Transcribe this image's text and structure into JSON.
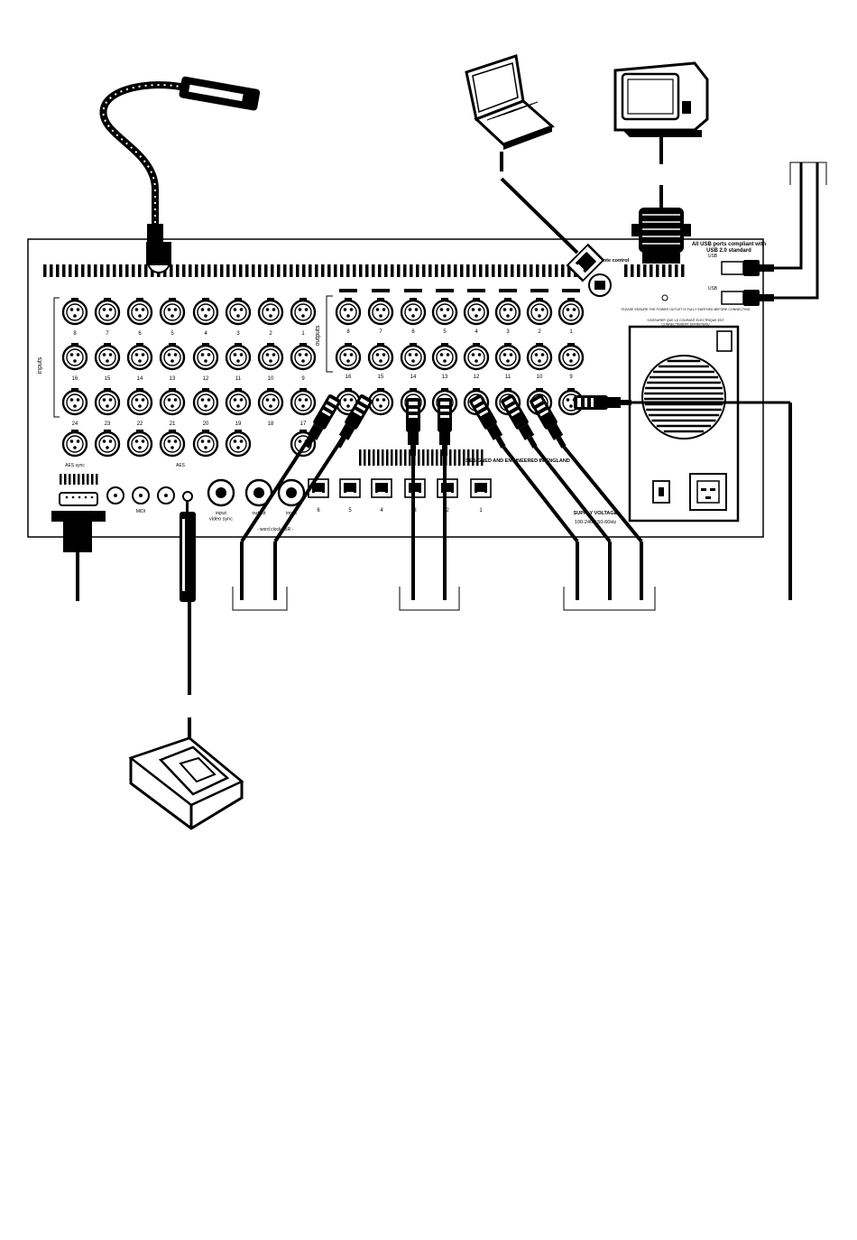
{
  "panel": {
    "inputs_label": "inputs",
    "outputs_label": "outputs",
    "input_row1": [
      "8",
      "7",
      "6",
      "5",
      "4",
      "3",
      "2",
      "1"
    ],
    "input_row2": [
      "16",
      "15",
      "14",
      "13",
      "12",
      "11",
      "10",
      "9"
    ],
    "input_row3": [
      "24",
      "23",
      "22",
      "21",
      "20",
      "19",
      "18",
      "17"
    ],
    "output_row1": [
      "8",
      "7",
      "6",
      "5",
      "4",
      "3",
      "2",
      "1"
    ],
    "output_row2": [
      "16",
      "15",
      "14",
      "13",
      "12",
      "11",
      "10",
      "9"
    ],
    "aes_group_label": "AES",
    "aes_sync_label": "AES sync",
    "midi_label": "MIDI",
    "video_sync_label": "input\nvideo sync",
    "wordclock_output": "output",
    "wordclock_input": "input",
    "wordclock_label": "- word clock 75R -",
    "rj45_labels": [
      "6",
      "5",
      "4",
      "3",
      "2",
      "1"
    ],
    "remote_control_label": "remote control",
    "usb_note": "All USB ports compliant with\nUSB 2.0 standard",
    "usb_port_1": "USB",
    "usb_port_2": "USB",
    "power_warning": "PLEASE ENSURE THE POWER OUTLET IS FULLY EARTHED BEFORE CONNECTING",
    "power_warning_fr": "S'ASSURER QUE LE COURANT ELECTRIQUE EST\nCONNECTEMENT ENTRETENU",
    "designed_label": "DESIGNED AND ENGINEERED IN ENGLAND",
    "supply_label": "SUPPLY VOLTAGE",
    "supply_voltage": "100-240V 50-60Hz"
  },
  "colors": {
    "ink": "#000000",
    "paper": "#ffffff",
    "panel_fill": "#ffffff",
    "grey": "#8a8a8a"
  },
  "icons": [
    "gooseneck-lamp-icon",
    "laptop-icon",
    "crt-monitor-icon",
    "usb-plug-icon",
    "dvi-plug-icon",
    "xlr-plug-icon",
    "rj45-plug-icon",
    "jack-plug-icon",
    "footswitch-icon",
    "bnc-connector-icon",
    "iec-power-socket-icon"
  ]
}
